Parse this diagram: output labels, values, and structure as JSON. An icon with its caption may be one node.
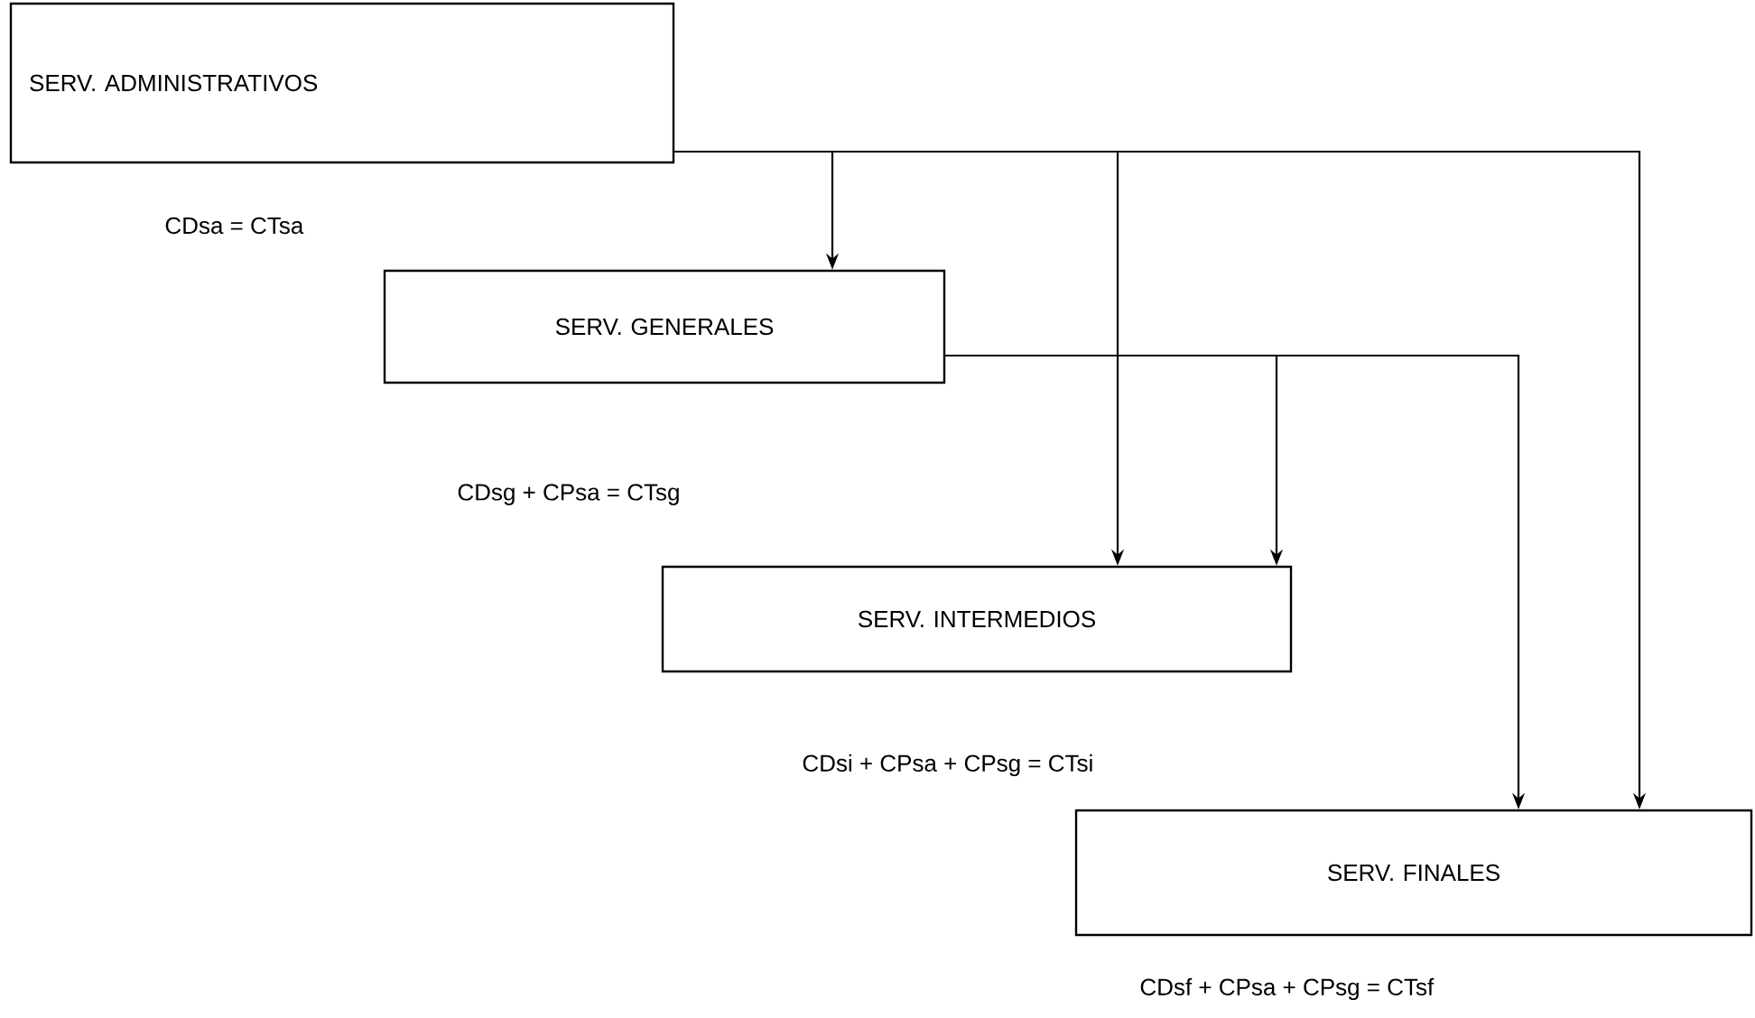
{
  "diagram": {
    "nodes": [
      {
        "text": [
          "SERV. ADMINISTRATIVOS"
        ]
      },
      {
        "text": [
          "SERV. GENERALES"
        ]
      },
      {
        "text": [
          "SERV. INTERMEDIOS"
        ]
      },
      {
        "text": [
          "SERV. FINALES"
        ]
      }
    ],
    "edges": [
      {
        "from": 0,
        "to": 1,
        "arrow": "to"
      },
      {
        "from": 0,
        "to": 2,
        "arrow": "to"
      },
      {
        "from": 0,
        "to": 3,
        "arrow": "to"
      },
      {
        "from": 1,
        "to": 2,
        "arrow": "to"
      },
      {
        "from": 1,
        "to": 3,
        "arrow": "to"
      }
    ],
    "labels": [
      "CDsa = CTsa",
      "CDsg + CPsa = CTsg",
      "CDsi + CPsa + CPsg =  CTsi",
      "CDsf + CPsa + CPsg = CTsf"
    ]
  }
}
